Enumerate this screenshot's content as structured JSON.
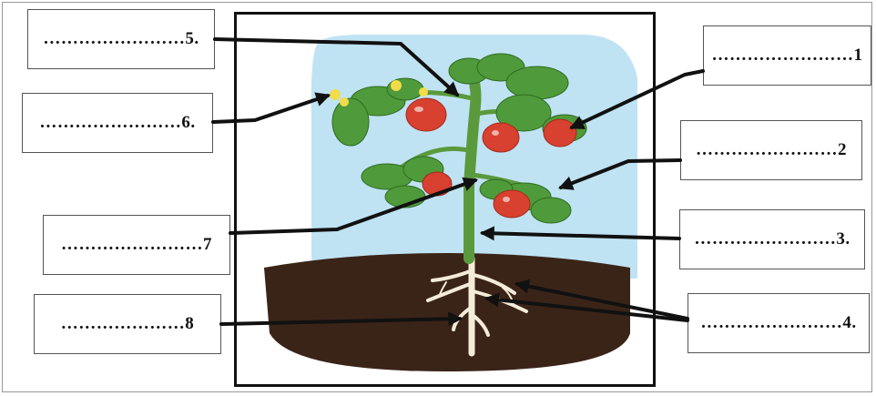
{
  "labels": [
    {
      "id": "5",
      "text": "……………………5."
    },
    {
      "id": "6",
      "text": "……………………6."
    },
    {
      "id": "7",
      "text": "……………………7"
    },
    {
      "id": "8",
      "text": "…………………8"
    },
    {
      "id": "1",
      "text": "……………………1"
    },
    {
      "id": "2",
      "text": "……………………2"
    },
    {
      "id": "3",
      "text": "……………………3."
    },
    {
      "id": "4",
      "text": "……………………4."
    }
  ],
  "colors": {
    "sky": "#bfe3f3",
    "soil": "#3a2418",
    "leaf": "#4f9a3a",
    "stem": "#5a9a3c",
    "tomato": "#d8402f",
    "root": "#f4ecd8",
    "flower": "#f2dc4a",
    "arrow": "#111111"
  }
}
